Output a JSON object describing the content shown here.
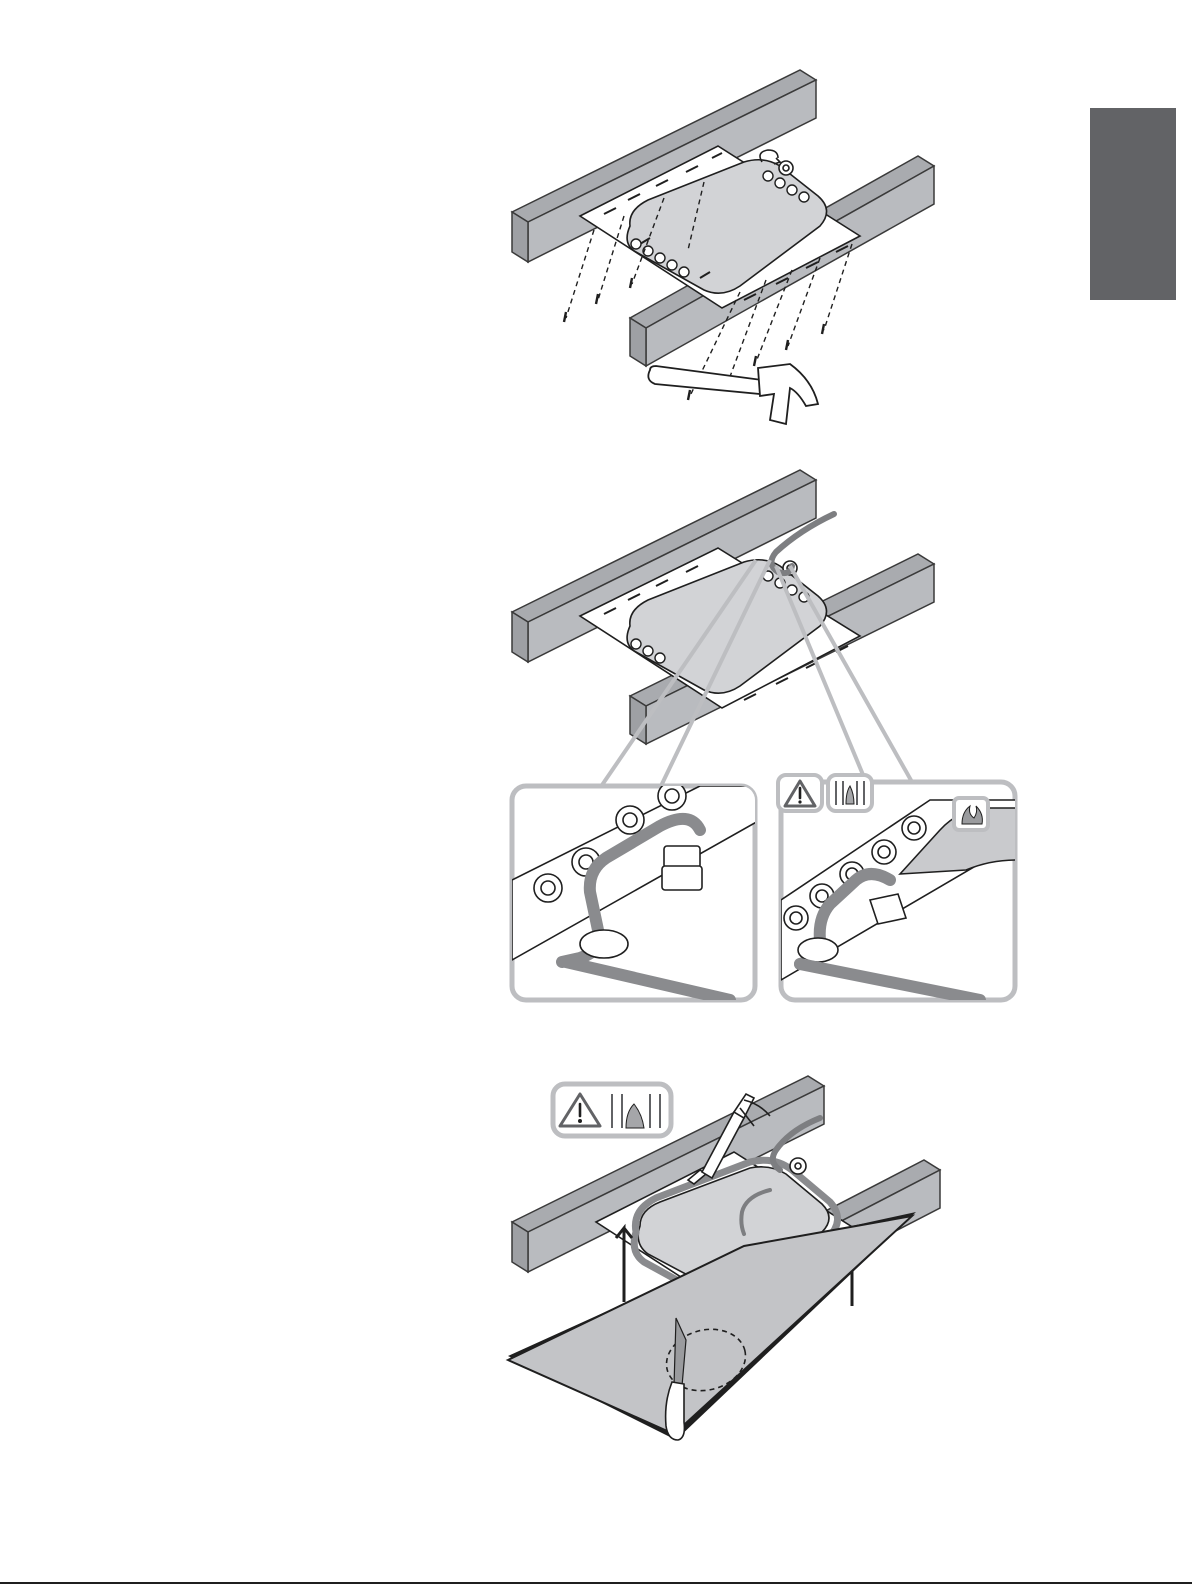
{
  "page": {
    "background": "#ffffff"
  },
  "colors": {
    "beam_face": "#b9bbbf",
    "beam_top": "#a9abaf",
    "beam_stroke": "#3a3a3a",
    "plate": "#ffffff",
    "membrane": "#d2d3d6",
    "panel": "#c3c4c7",
    "callout_frame": "#bdbec1",
    "side_tab": "#626366",
    "ink": "#1f1f1f"
  },
  "icons": {
    "warning": "warning-triangle-icon",
    "fire": "fire-barrier-icon",
    "hammer": "hammer-icon",
    "saw": "drywall-saw-icon",
    "caulk_gun": "caulk-gun-icon",
    "cable_gland": "cable-gland-icon"
  },
  "steps": [
    {
      "id": "mount-bracket",
      "shows": [
        "joists",
        "bracket-plate",
        "nails",
        "hammer"
      ]
    },
    {
      "id": "route-cable",
      "shows": [
        "joists",
        "bracket-plate",
        "cable",
        "detail-callouts"
      ]
    },
    {
      "id": "attach-panel",
      "shows": [
        "joists",
        "bracket-plate",
        "caulk-gun",
        "ceiling-panel",
        "saw"
      ]
    }
  ]
}
